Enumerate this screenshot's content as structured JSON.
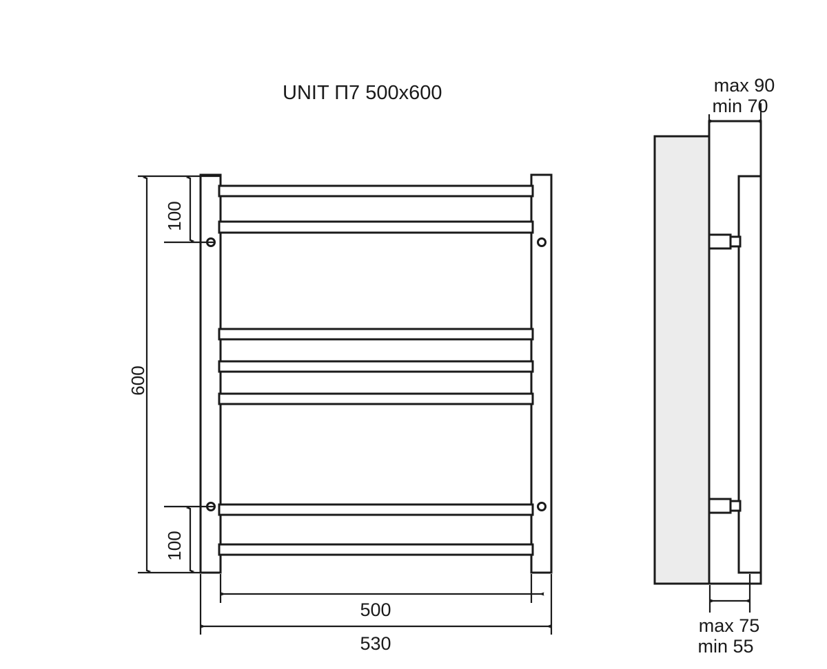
{
  "drawing": {
    "title": "UNIT П7 500x600",
    "line_color": "#1a1a1a",
    "fill_wall_color": "#ececec",
    "background_color": "#ffffff",
    "front_view": {
      "name": "front-elevation",
      "dimensions": {
        "overall_height": "600",
        "rail_width": "500",
        "overall_width": "530",
        "top_offset": "100",
        "bottom_offset": "100"
      },
      "mounting_holes": 4,
      "rung_count": 7
    },
    "side_view": {
      "name": "side-elevation",
      "dimensions": {
        "top_depth_max": "max 90",
        "top_depth_min": "min 70",
        "bottom_depth_max": "max 75",
        "bottom_depth_min": "min 55"
      },
      "brackets": 2
    }
  }
}
